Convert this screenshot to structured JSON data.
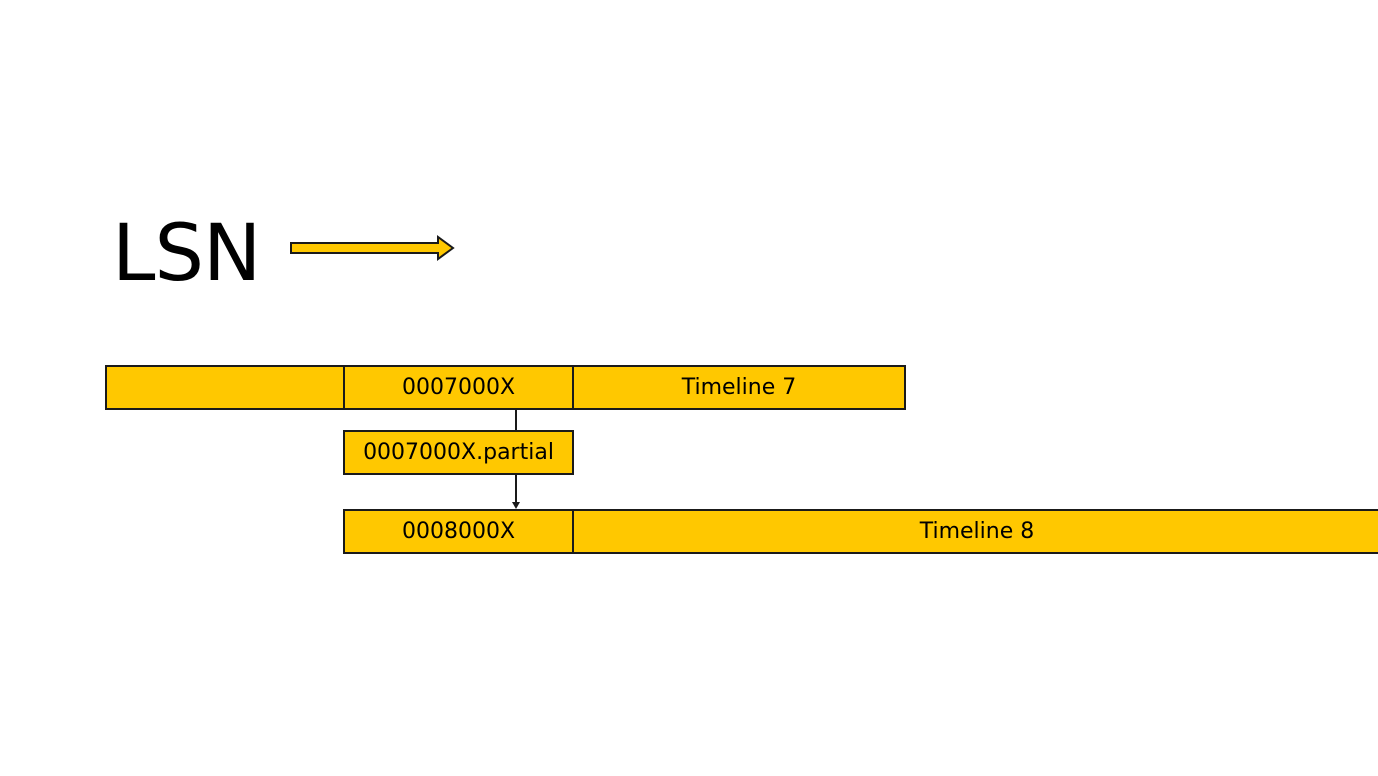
{
  "axis": {
    "label": "LSN"
  },
  "colors": {
    "segment_fill": "#FFC800",
    "segment_border": "#1a1a1a"
  },
  "timeline7": {
    "segments": [
      {
        "label": ""
      },
      {
        "label": "0007000X"
      },
      {
        "label": "Timeline 7"
      }
    ]
  },
  "partial": {
    "label": "0007000X.partial"
  },
  "timeline8": {
    "segments": [
      {
        "label": "0008000X"
      },
      {
        "label": "Timeline 8"
      }
    ]
  }
}
